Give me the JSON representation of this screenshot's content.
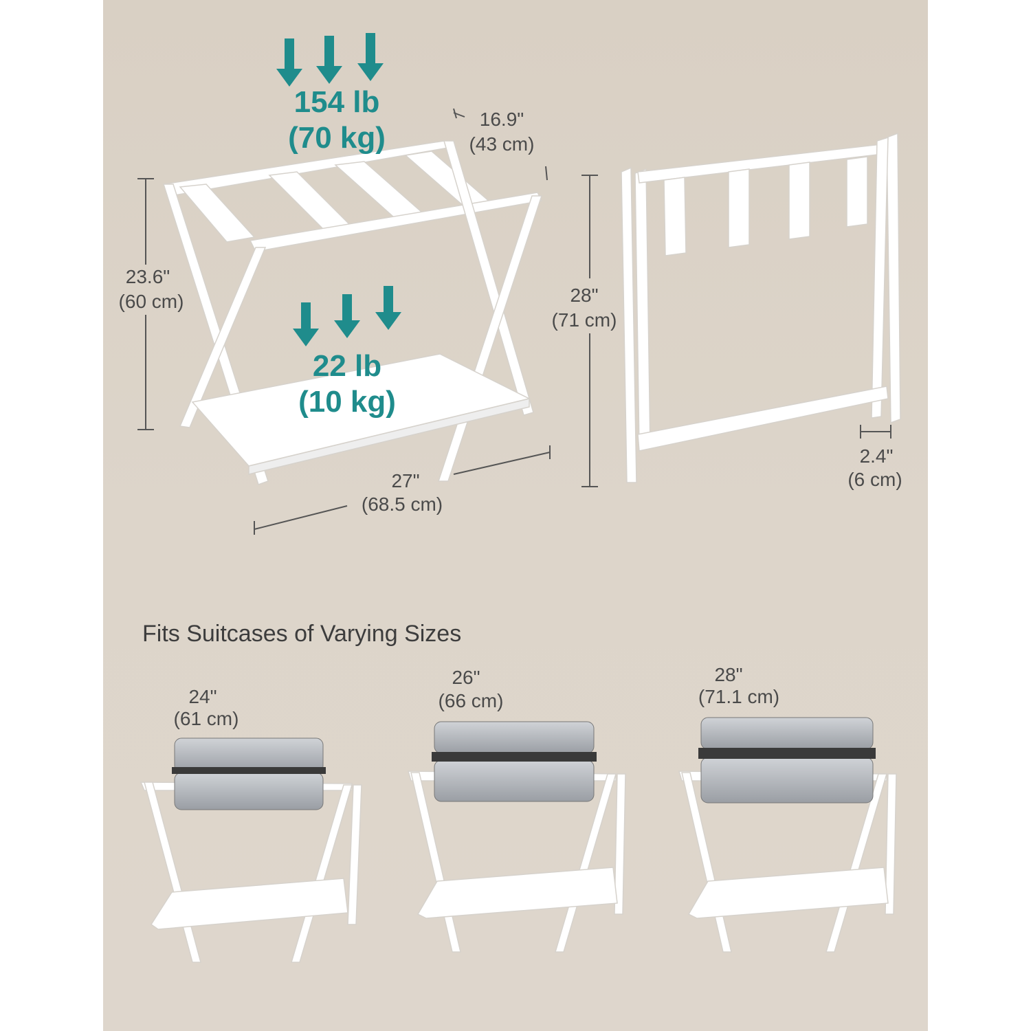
{
  "load_ratings": {
    "top": {
      "lb": "154 lb",
      "kg": "(70 kg)"
    },
    "shelf": {
      "lb": "22 lb",
      "kg": "(10 kg)"
    }
  },
  "dimensions": {
    "depth": {
      "in": "16.9\"",
      "cm": "(43 cm)"
    },
    "height": {
      "in": "23.6\"",
      "cm": "(60 cm)"
    },
    "width": {
      "in": "27\"",
      "cm": "(68.5 cm)"
    },
    "folded_height": {
      "in": "28\"",
      "cm": "(71 cm)"
    },
    "folded_depth": {
      "in": "2.4\"",
      "cm": "(6 cm)"
    }
  },
  "section_heading": "Fits Suitcases of Varying Sizes",
  "suitcases": [
    {
      "in": "24\"",
      "cm": "(61 cm)"
    },
    {
      "in": "26\"",
      "cm": "(66 cm)"
    },
    {
      "in": "28\"",
      "cm": "(71.1 cm)"
    }
  ],
  "colors": {
    "background": "#dbd2c6",
    "accent": "#1f8c8c",
    "frame": "#ffffff",
    "text": "#4a4a4a"
  }
}
